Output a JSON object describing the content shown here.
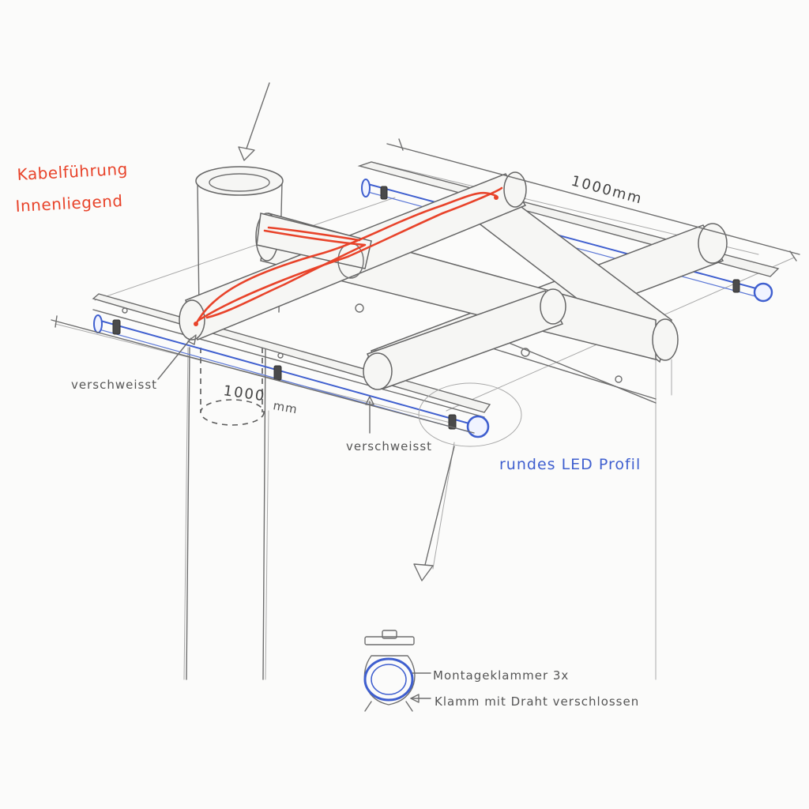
{
  "labels": {
    "cable_routing_line1": "Kabelführung",
    "cable_routing_line2": "Innenliegend",
    "dimension_top": "1000mm",
    "dimension_front_line1": "1000",
    "dimension_front_line2": "mm",
    "welded_left": "verschweisst",
    "welded_right": "verschweisst",
    "led_profile": "rundes LED Profil",
    "mounting_clip": "Montageklammer 3x",
    "clip_closure": "Klamm mit Draht verschlossen"
  },
  "colors": {
    "pencil": "#6e6e6e",
    "cable": "#e8432a",
    "led": "#3f5fcf",
    "paper": "#fbfbfa"
  }
}
